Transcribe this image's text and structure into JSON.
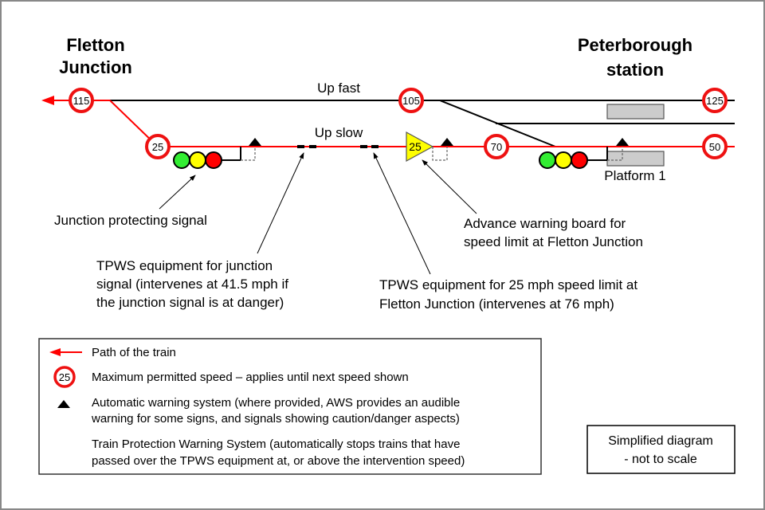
{
  "titles": {
    "left_line1": "Fletton",
    "left_line2": "Junction",
    "right_line1": "Peterborough",
    "right_line2": "station"
  },
  "tracks": {
    "up_fast": "Up fast",
    "up_slow": "Up slow",
    "platform": "Platform 1"
  },
  "speed_signs": {
    "s115": "115",
    "s105": "105",
    "s125": "125",
    "s25": "25",
    "s70": "70",
    "s50": "50",
    "warning_board": "25"
  },
  "annotations": {
    "junction_signal": "Junction protecting signal",
    "tpws_signal_1": "TPWS equipment for junction",
    "tpws_signal_2": "signal (intervenes at 41.5 mph if",
    "tpws_signal_3": "the junction signal is at danger)",
    "tpws_speed_1": "TPWS equipment for 25 mph speed limit at",
    "tpws_speed_2": "Fletton Junction (intervenes at 76 mph)",
    "awb_1": "Advance warning board for",
    "awb_2": "speed limit at Fletton Junction"
  },
  "legend": {
    "path": "Path of the train",
    "speed_sign_value": "25",
    "speed": "Maximum permitted speed – applies until next speed shown",
    "aws_1": "Automatic warning system (where provided, AWS provides an audible",
    "aws_2": "warning for some signs, and signals showing caution/danger aspects)",
    "tpws_1": "Train Protection Warning System (automatically stops trains that have",
    "tpws_2": "passed over the TPWS equipment at, or above the intervention speed)"
  },
  "scale_note": {
    "line1": "Simplified diagram",
    "line2": "- not to scale"
  },
  "colors": {
    "train_path": "#ff0000",
    "signal_green": "#33ee33",
    "signal_yellow": "#ffff00",
    "signal_red": "#ff0000",
    "warning_board": "#ffff00",
    "platform": "#cccccc"
  }
}
